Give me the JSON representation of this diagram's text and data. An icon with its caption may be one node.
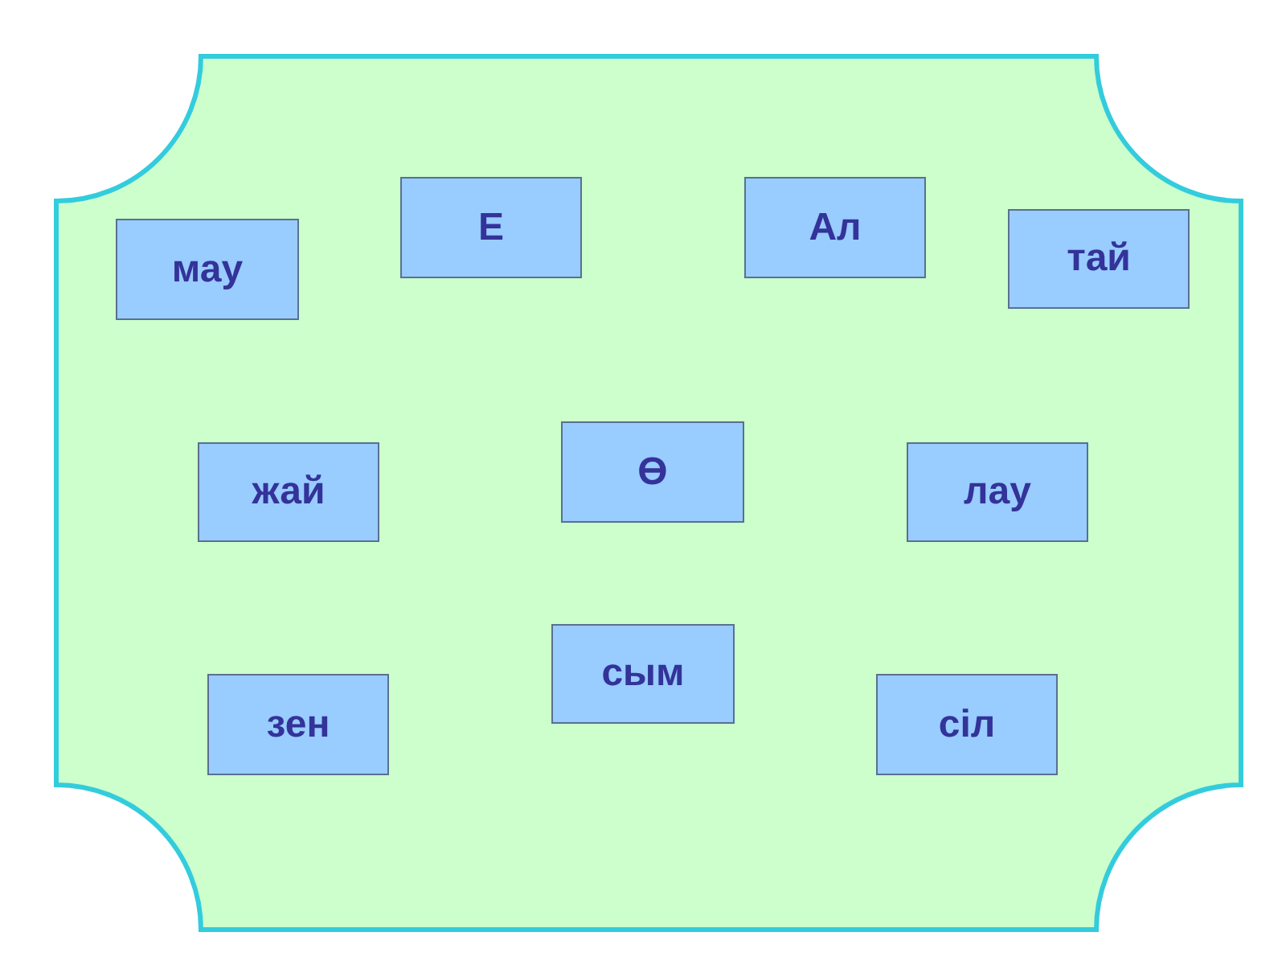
{
  "diagram": {
    "nodes": [
      {
        "text": [],
        "shape": "box"
      },
      {
        "text": [
          "мау"
        ],
        "in": 0
      },
      {
        "text": [
          "Е"
        ],
        "in": 0
      },
      {
        "text": [
          "Ал"
        ],
        "in": 0
      },
      {
        "text": [
          "тай"
        ],
        "in": 0
      },
      {
        "text": [
          "жай"
        ],
        "in": 0
      },
      {
        "text": [
          "Ө"
        ],
        "in": 0
      },
      {
        "text": [
          "лау"
        ],
        "in": 0
      },
      {
        "text": [
          "зен"
        ],
        "in": 0
      },
      {
        "text": [
          "сым"
        ],
        "in": 0
      },
      {
        "text": [
          "сіл"
        ],
        "in": 0
      }
    ]
  }
}
